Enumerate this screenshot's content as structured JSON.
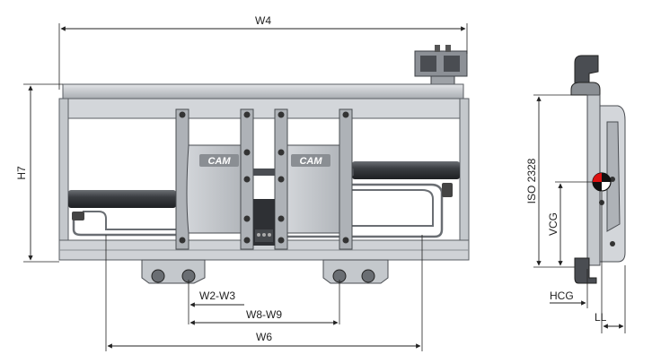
{
  "dimensions": {
    "w4": "W4",
    "h7": "H7",
    "w2_w3": "W2-W3",
    "w8_w9": "W8-W9",
    "w6": "W6",
    "iso": "ISO 2328",
    "vcg": "VCG",
    "hcg": "HCG",
    "ll": "LL"
  },
  "logo": {
    "left": "CAM",
    "right": "CAM"
  },
  "colors": {
    "frame_fill": "#c9ccd0",
    "frame_stroke": "#5a5e63",
    "plate_fill": "#bfc3c8",
    "cylinder": "#3b3e42",
    "line": "#222222"
  }
}
